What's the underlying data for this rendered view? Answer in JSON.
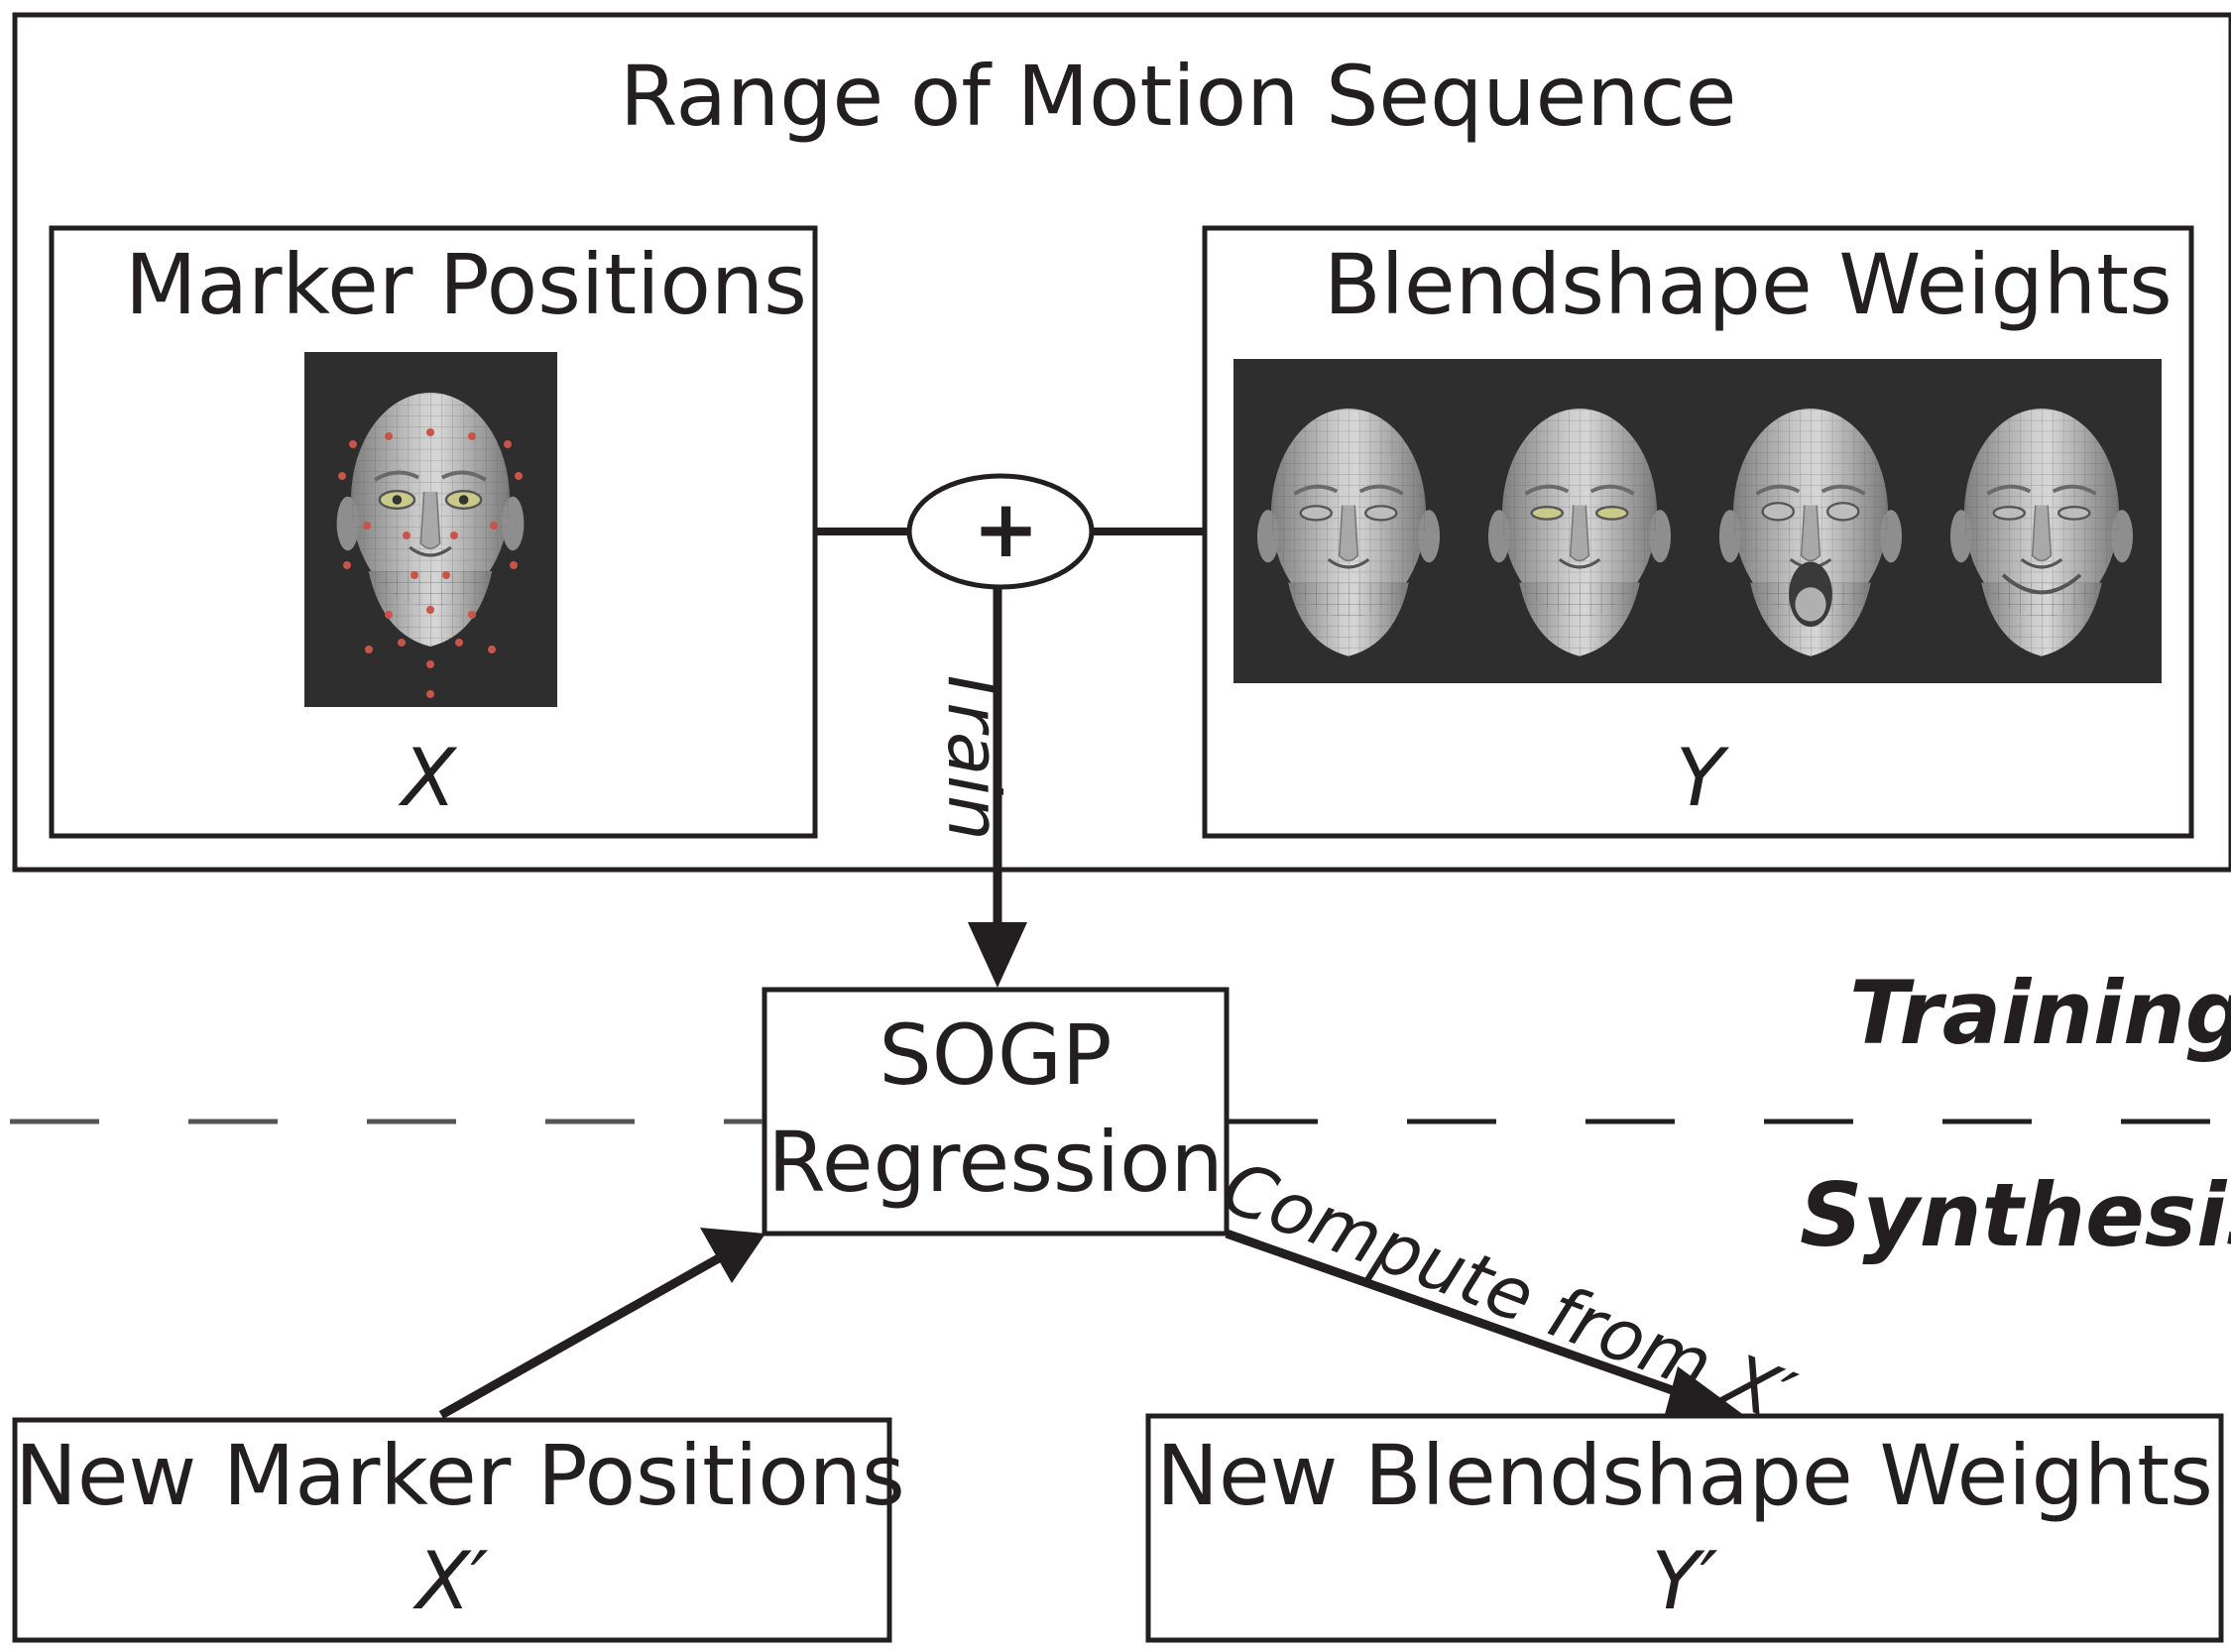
{
  "outer_box": {
    "title": "Range of Motion Sequence"
  },
  "marker_box": {
    "title": "Marker Positions",
    "variable": "X",
    "image": {
      "type": "face-mesh",
      "markers": true
    }
  },
  "blendshape_box": {
    "title": "Blendshape Weights",
    "variable": "Y",
    "images": [
      {
        "type": "face-mesh",
        "expression": "neutral"
      },
      {
        "type": "face-mesh",
        "expression": "neutral-eyes"
      },
      {
        "type": "face-mesh",
        "expression": "mouth-open"
      },
      {
        "type": "face-mesh",
        "expression": "smile"
      }
    ]
  },
  "combine": {
    "symbol": "+"
  },
  "train_arrow": {
    "label": "Train"
  },
  "sogp_box": {
    "line1": "SOGP",
    "line2": "Regression"
  },
  "phases": {
    "training": "Training",
    "synthesis": "Synthesis"
  },
  "compute_arrow": {
    "label": "Compute from X′"
  },
  "new_marker_box": {
    "title": "New Marker Positions",
    "variable": "X′"
  },
  "new_blendshape_box": {
    "title": "New Blendshape Weights",
    "variable": "Y′"
  },
  "colors": {
    "ink": "#231f20",
    "face_bg": "#2e2e2e",
    "dashed_line": "#555555",
    "marker_dot": "#c8544a"
  }
}
